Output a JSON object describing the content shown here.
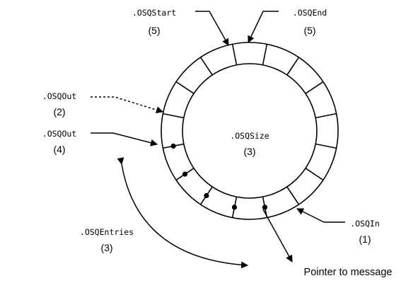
{
  "labels": {
    "osq_start": {
      "name": ".OSQStart",
      "num": "(5)"
    },
    "osq_end": {
      "name": ".OSQEnd",
      "num": "(5)"
    },
    "osq_out_dashed": {
      "name": ".OSQOut",
      "num": "(2)"
    },
    "osq_out_solid": {
      "name": ".OSQOut",
      "num": "(4)"
    },
    "osq_size": {
      "name": ".OSQSize",
      "num": "(3)"
    },
    "osq_entries": {
      "name": ".OSQEntries",
      "num": "(3)"
    },
    "osq_in": {
      "name": ".OSQIn",
      "num": "(1)"
    },
    "pointer": "Pointer to message"
  },
  "ring": {
    "slot_count": 16,
    "filled_slot_count": 5
  },
  "colors": {
    "ink": "#000000",
    "background": "#ffffff"
  }
}
